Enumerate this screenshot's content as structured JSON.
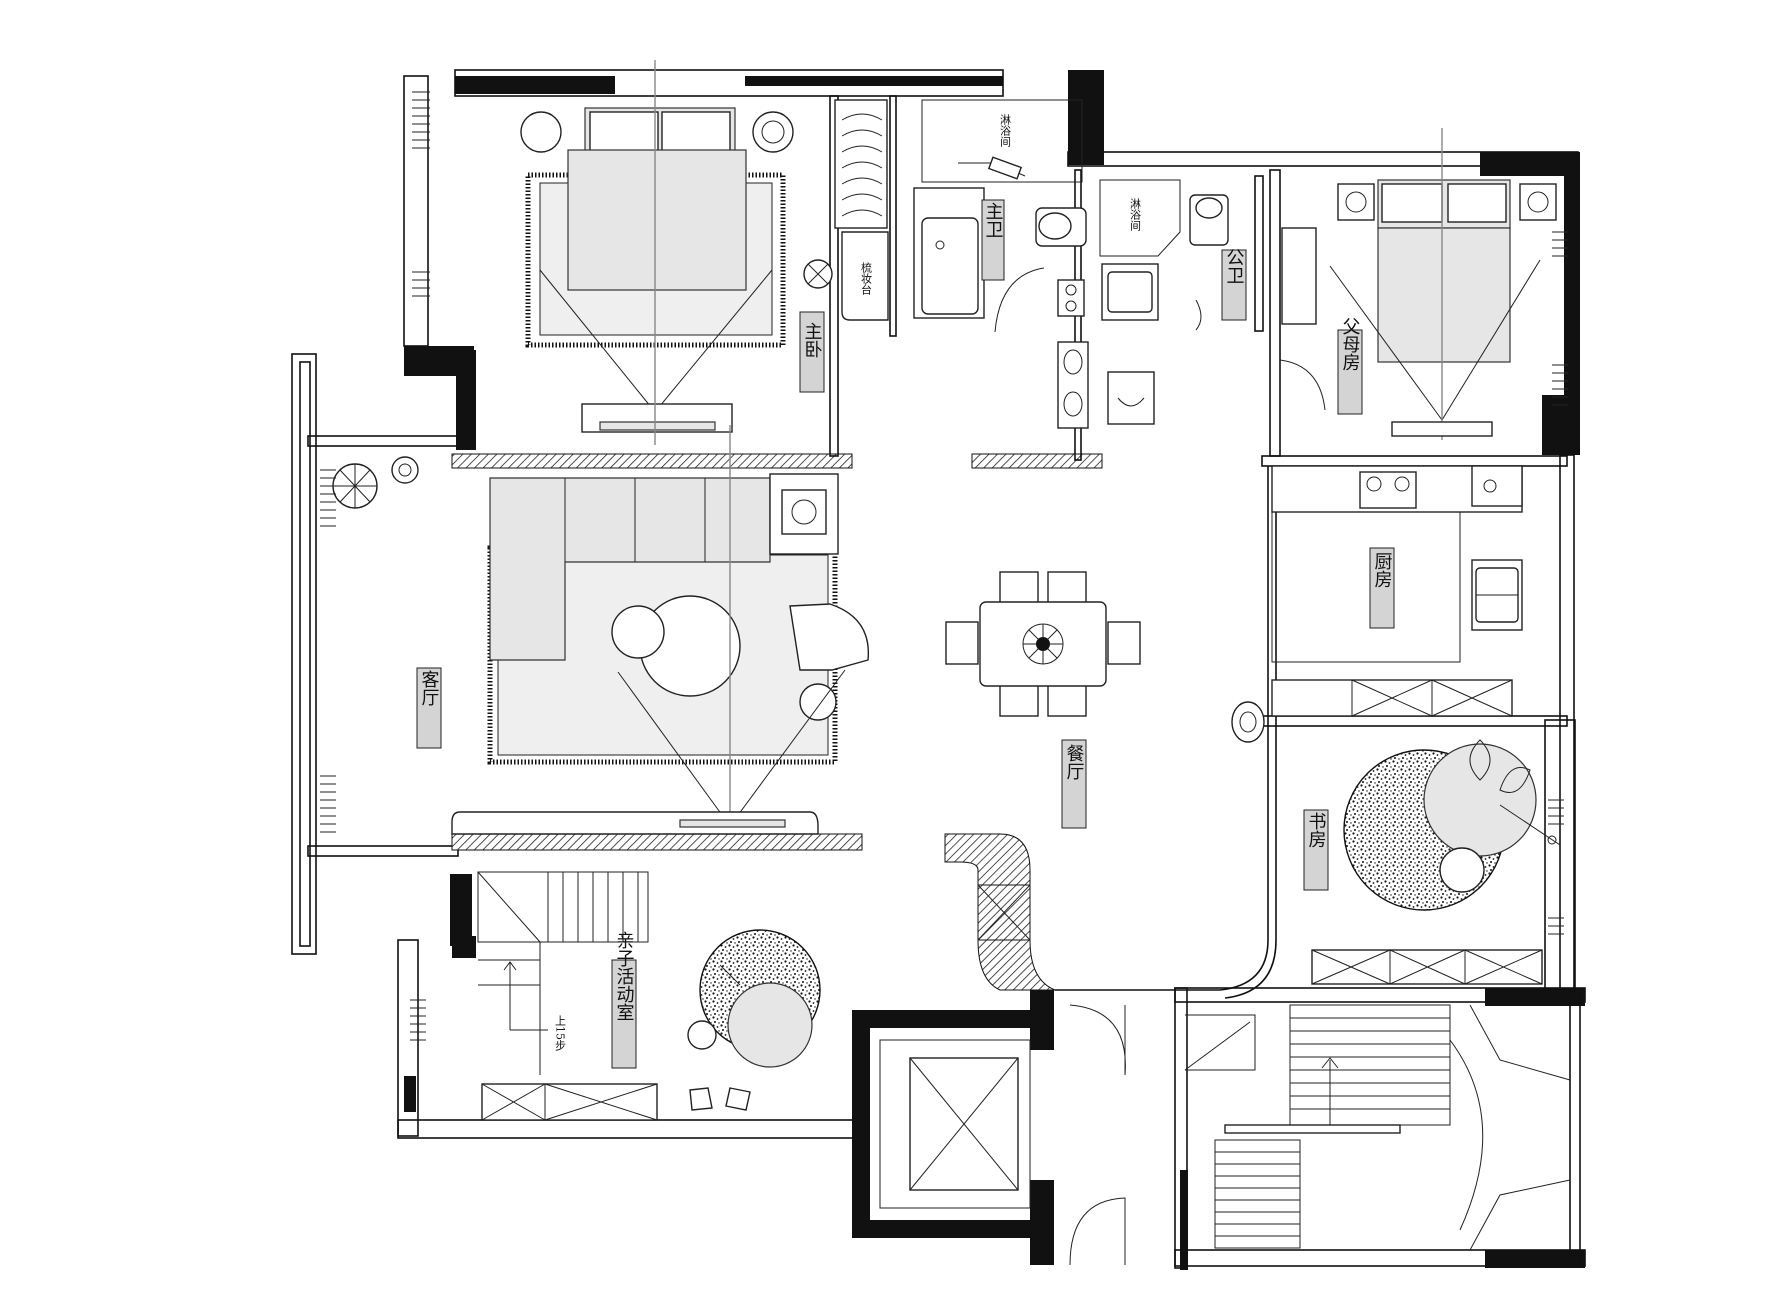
{
  "labels": {
    "master_bedroom": "主卧",
    "master_bath": "主卫",
    "master_shower": "淋浴间",
    "dressing_table": "梳妆台",
    "public_bath": "公卫",
    "public_shower": "淋浴间",
    "parents_room": "父母房",
    "living_room": "客厅",
    "dining_room": "餐厅",
    "kitchen": "厨房",
    "study": "书房",
    "family_room": "亲子活动室",
    "stair_note": "上15步"
  },
  "colors": {
    "wall": "#111111",
    "label_bg": "#d4d4d4",
    "furniture_fill": "#e6e6e6",
    "axis_line": "#888888"
  }
}
